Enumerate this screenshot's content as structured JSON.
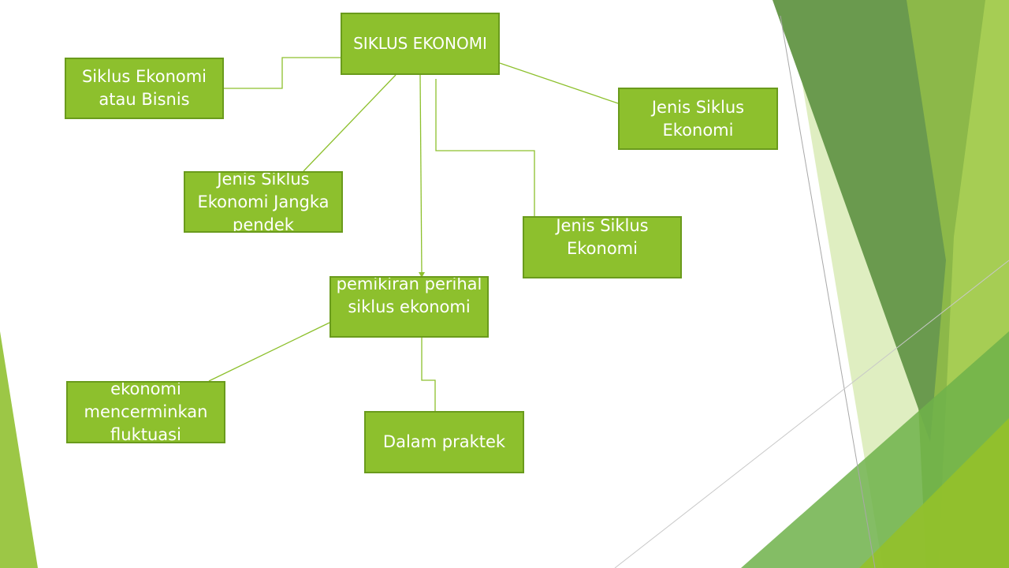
{
  "colors": {
    "node_fill": "#8dc02d",
    "node_border": "#6a9b1c",
    "node_text": "#ffffff",
    "connector": "#8dc02d",
    "decor_dark": "#6a9a4e",
    "decor_mid": "#7eae34",
    "decor_light": "#a9cf55",
    "decor_pale": "#d4e8ac"
  },
  "diagram": {
    "root": "SIKLUS EKONOMI",
    "left": "Siklus Ekonomi atau Bisnis",
    "right": "Jenis Siklus Ekonomi",
    "short_term": "Jenis Siklus Ekonomi Jangka pendek",
    "mid_right": "Jenis Siklus Ekonomi",
    "thinking": "pemikiran perihal siklus ekonomi",
    "fluctuation": "ekonomi mencerminkan fluktuasi",
    "practice": "Dalam praktek"
  }
}
